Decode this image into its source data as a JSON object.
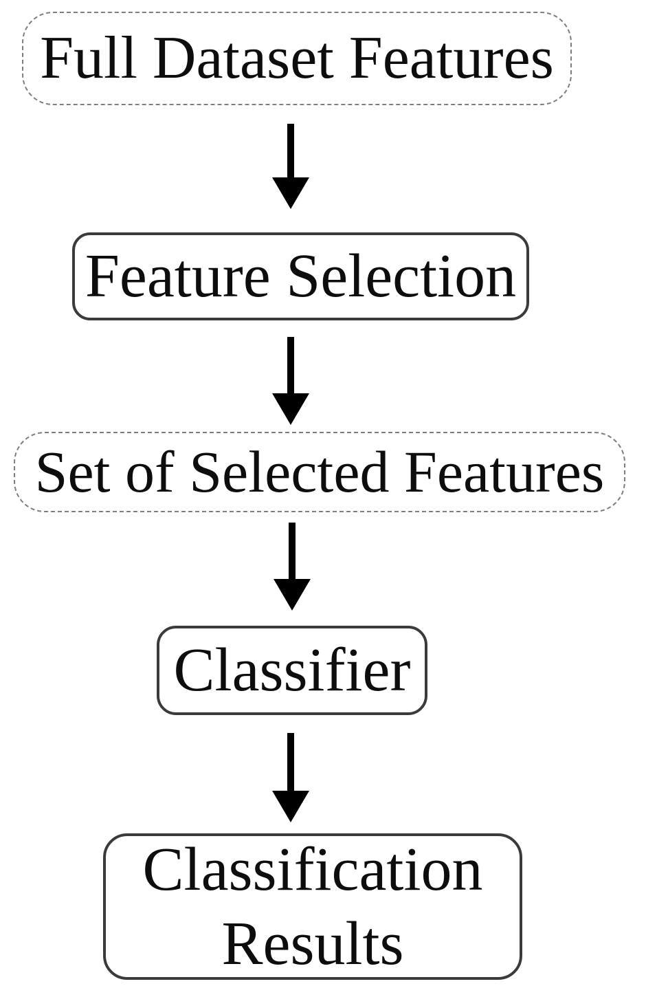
{
  "figure": {
    "type": "flowchart",
    "background_color": "#ffffff",
    "text_color": "#0d0d0d",
    "solid_border_color": "#3b3b3b",
    "dashed_border_color": "#7d7d7d",
    "arrow_color": "#000000",
    "nodes": [
      {
        "id": "full-dataset-features",
        "label": "Full Dataset Features",
        "border_style": "dashed"
      },
      {
        "id": "feature-selection",
        "label": "Feature Selection",
        "border_style": "solid"
      },
      {
        "id": "set-of-selected-features",
        "label": "Set of Selected Features",
        "border_style": "dashed"
      },
      {
        "id": "classifier",
        "label": "Classifier",
        "border_style": "solid"
      },
      {
        "id": "classification-results",
        "label": "Classification Results",
        "border_style": "solid"
      }
    ],
    "edges": [
      {
        "from": "full-dataset-features",
        "to": "feature-selection"
      },
      {
        "from": "feature-selection",
        "to": "set-of-selected-features"
      },
      {
        "from": "set-of-selected-features",
        "to": "classifier"
      },
      {
        "from": "classifier",
        "to": "classification-results"
      }
    ]
  }
}
